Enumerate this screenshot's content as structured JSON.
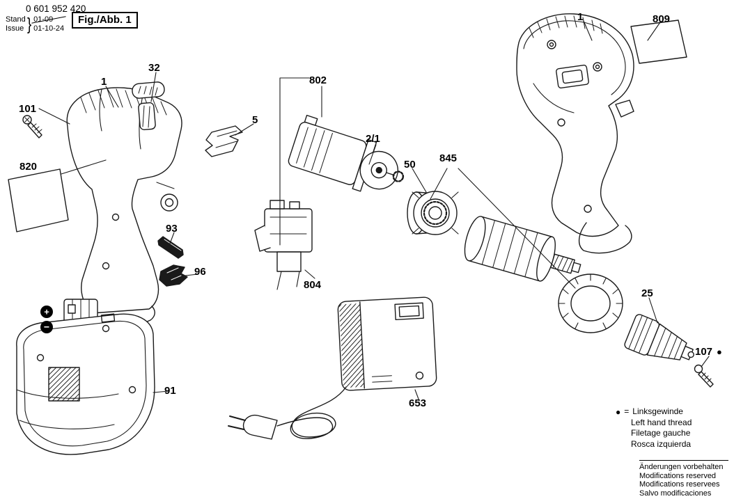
{
  "header": {
    "part_number": "0 601 952 420",
    "stand_label": "Stand",
    "issue_label": "Issue",
    "brace": "}",
    "stand_value": "01-09",
    "issue_value": "01-10-24",
    "figure_label": "Fig./Abb. 1"
  },
  "callouts": {
    "housing_left": "1",
    "button": "32",
    "screw_housing": "101",
    "sticker_left": "820",
    "clip_plate": "5",
    "motor": "802",
    "motor_pinion": "2/1",
    "switch": "804",
    "gear_ring": "50",
    "gearbox": "845",
    "bit": "93",
    "clip_small": "96",
    "battery": "91",
    "charger": "653",
    "housing_right": "1",
    "sticker_right": "809",
    "chuck": "25",
    "screw_chuck": "107"
  },
  "symbols": {
    "left_thread_dot": "●",
    "plus": "+",
    "minus": "−"
  },
  "legend": {
    "equals": "=",
    "line1": "Linksgewinde",
    "line2": "Left hand thread",
    "line3": "Filetage gauche",
    "line4": "Rosca izquierda"
  },
  "footer": {
    "line1": "Änderungen vorbehalten",
    "line2": "Modifications reserved",
    "line3": "Modifications reservees",
    "line4": "Salvo modificaciones"
  }
}
